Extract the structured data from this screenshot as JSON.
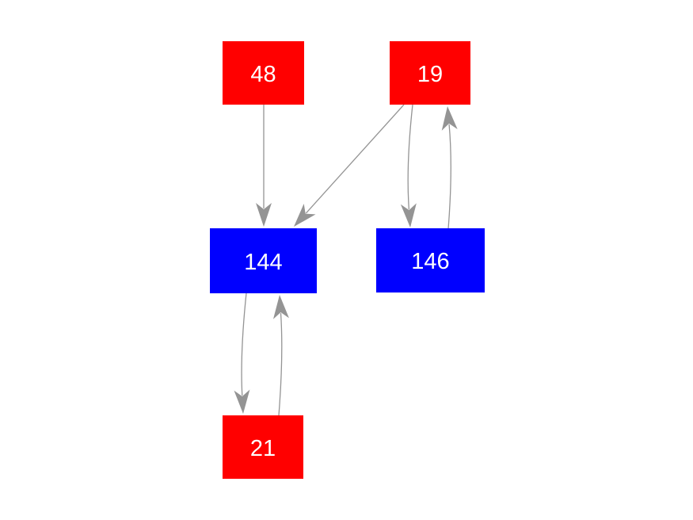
{
  "canvas": {
    "background_color": "#ffffff"
  },
  "graph": {
    "type": "directed-graph",
    "colors": {
      "red_node": "#ff0000",
      "blue_node": "#0000ff",
      "edge": "#949494",
      "label_text": "#ffffff"
    },
    "nodes": [
      {
        "id": "48",
        "label": "48",
        "color": "red"
      },
      {
        "id": "19",
        "label": "19",
        "color": "red"
      },
      {
        "id": "144",
        "label": "144",
        "color": "blue"
      },
      {
        "id": "146",
        "label": "146",
        "color": "blue"
      },
      {
        "id": "21",
        "label": "21",
        "color": "red"
      }
    ],
    "edges": [
      {
        "from": "48",
        "to": "144"
      },
      {
        "from": "19",
        "to": "144"
      },
      {
        "from": "19",
        "to": "146"
      },
      {
        "from": "146",
        "to": "19"
      },
      {
        "from": "144",
        "to": "21"
      },
      {
        "from": "21",
        "to": "144"
      }
    ]
  }
}
